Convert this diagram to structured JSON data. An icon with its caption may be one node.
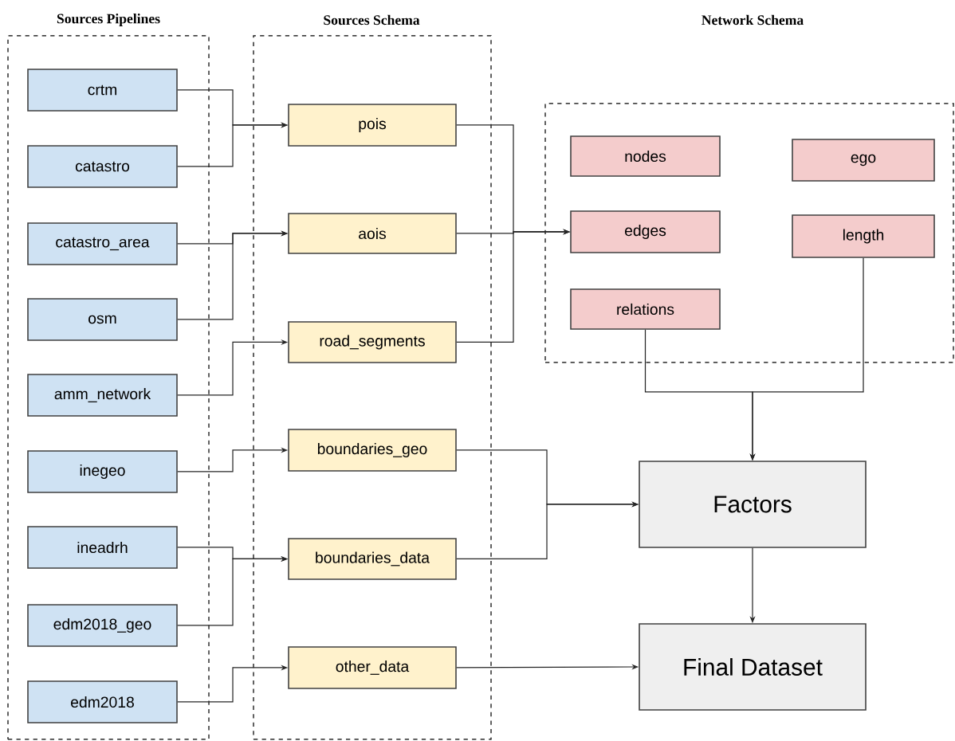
{
  "diagram": {
    "nodes": [
      {
        "text": [
          "Sources Pipelines"
        ]
      },
      {
        "text": [
          "crtm"
        ],
        "in": 0
      },
      {
        "text": [
          "catastro"
        ],
        "in": 0
      },
      {
        "text": [
          "catastro_area"
        ],
        "in": 0
      },
      {
        "text": [
          "osm"
        ],
        "in": 0
      },
      {
        "text": [
          "amm_network"
        ],
        "in": 0
      },
      {
        "text": [
          "inegeo"
        ],
        "in": 0
      },
      {
        "text": [
          "ineadrh"
        ],
        "in": 0
      },
      {
        "text": [
          "edm2018_geo"
        ],
        "in": 0
      },
      {
        "text": [
          "edm2018"
        ],
        "in": 0
      },
      {
        "text": [
          "Sources Schema"
        ]
      },
      {
        "text": [
          "pois"
        ],
        "in": 10
      },
      {
        "text": [
          "aois"
        ],
        "in": 10
      },
      {
        "text": [
          "road_segments"
        ],
        "in": 10
      },
      {
        "text": [
          "boundaries_geo"
        ],
        "in": 10
      },
      {
        "text": [
          "boundaries_data"
        ],
        "in": 10
      },
      {
        "text": [
          "other_data"
        ],
        "in": 10
      },
      {
        "text": [],
        "shape": "box"
      },
      {
        "text": [
          "nodes"
        ],
        "in": 17
      },
      {
        "text": [
          "ego"
        ],
        "in": 17
      },
      {
        "text": [
          "edges"
        ],
        "in": 17
      },
      {
        "text": [
          "length"
        ],
        "in": 17
      },
      {
        "text": [
          "relations"
        ],
        "in": 17
      },
      {
        "text": [
          "Factors"
        ]
      },
      {
        "text": [
          "Final Dataset"
        ]
      }
    ],
    "edges": [
      {
        "from": 1,
        "to": 11,
        "arrow": "to"
      },
      {
        "from": 2,
        "to": 11,
        "arrow": "to"
      },
      {
        "from": 3,
        "to": 12,
        "arrow": "to"
      },
      {
        "from": 4,
        "to": 12,
        "arrow": "to"
      },
      {
        "from": 5,
        "to": 13,
        "arrow": "to"
      },
      {
        "from": 6,
        "to": 14,
        "arrow": "to"
      },
      {
        "from": 7,
        "to": 15,
        "arrow": "to"
      },
      {
        "from": 8,
        "to": 15,
        "arrow": "to"
      },
      {
        "from": 9,
        "to": 16,
        "arrow": "to"
      },
      {
        "from": 11,
        "to": 20,
        "arrow": "to"
      },
      {
        "from": 12,
        "to": 20,
        "arrow": "to"
      },
      {
        "from": 13,
        "to": 20,
        "arrow": "to"
      },
      {
        "from": 14,
        "to": 23,
        "arrow": "to"
      },
      {
        "from": 15,
        "to": 23,
        "arrow": "to"
      },
      {
        "from": 16,
        "to": 24,
        "arrow": "to"
      },
      {
        "from": 22,
        "to": 23,
        "arrow": "to"
      },
      {
        "from": 21,
        "to": 23,
        "arrow": "to"
      },
      {
        "from": 23,
        "to": 24,
        "arrow": "to"
      }
    ],
    "labels": [
      "Network Schema"
    ]
  }
}
